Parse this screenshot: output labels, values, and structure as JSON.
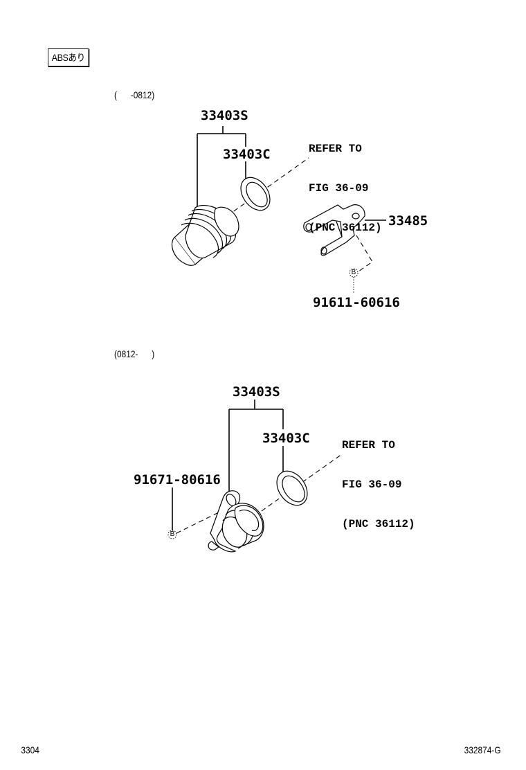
{
  "header": {
    "condition_badge": "ABSあり"
  },
  "section_upper": {
    "date_range": "(      -0812)",
    "parts": {
      "assembly": "33403S",
      "o_ring": "33403C",
      "retainer_fork": "33485",
      "bolt": "91611-60616"
    },
    "bolt_tag": "B",
    "refer_note": [
      "REFER TO",
      "FIG 36-09",
      "(PNC 36112)"
    ]
  },
  "section_lower": {
    "date_range": "(0812-      )",
    "parts": {
      "assembly": "33403S",
      "o_ring": "33403C",
      "bolt": "91671-80616"
    },
    "bolt_tag": "B",
    "refer_note": [
      "REFER TO",
      "FIG 36-09",
      "(PNC 36112)"
    ]
  },
  "footer": {
    "page_code": "3304",
    "illustration_id": "332874-G"
  }
}
